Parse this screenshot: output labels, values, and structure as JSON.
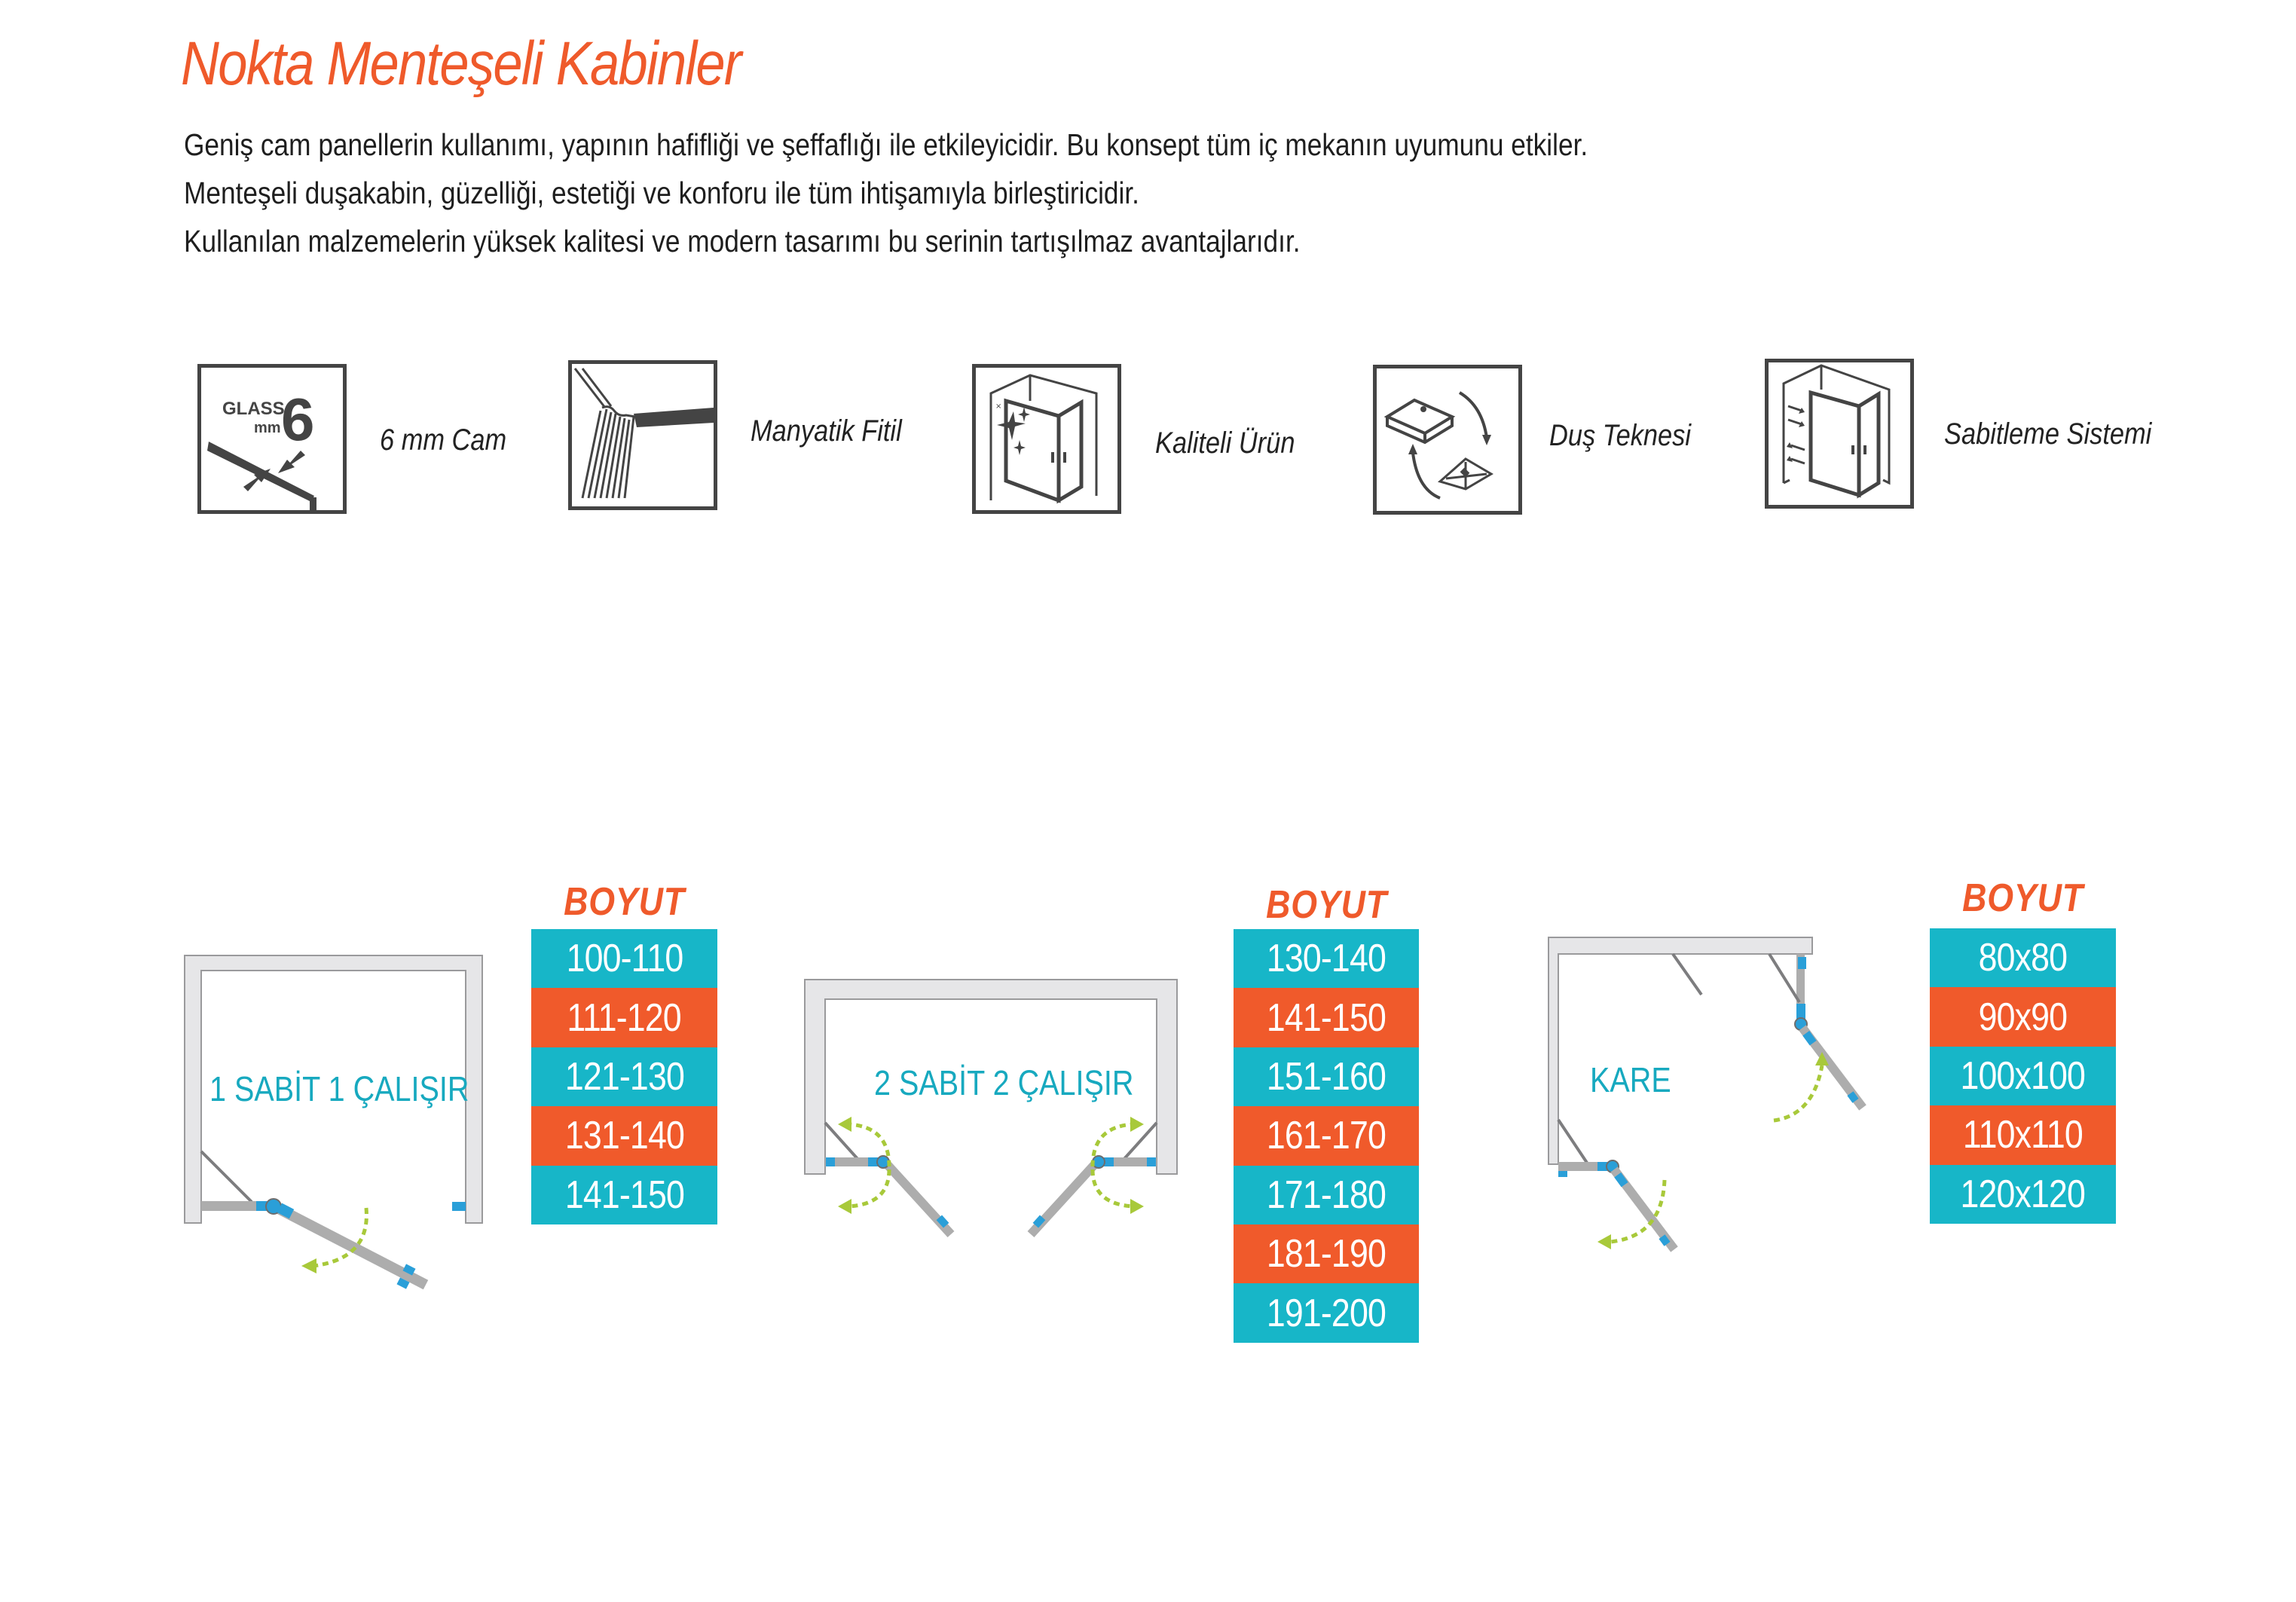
{
  "page": {
    "title": "Nokta Menteşeli Kabinler",
    "intro_lines": [
      "Geniş cam panellerin kullanımı, yapının hafifliği ve şeffaflığı ile etkileyicidir. Bu konsept tüm iç mekanın uyumunu etkiler.",
      "Menteşeli duşakabin, güzelliği, estetiği ve konforu ile tüm ihtişamıyla birleştiricidir.",
      "Kullanılan malzemelerin yüksek kalitesi ve modern tasarımı bu serinin tartışılmaz avantajlarıdır."
    ]
  },
  "features": [
    {
      "icon": "glass-6mm-icon",
      "label": "6 mm Cam",
      "glass_text": "GLASS",
      "mm_text": "mm",
      "number_text": "6"
    },
    {
      "icon": "magnetic-seal-icon",
      "label": "Manyatik Fitil"
    },
    {
      "icon": "quality-product-icon",
      "label": "Kaliteli Ürün"
    },
    {
      "icon": "shower-tray-icon",
      "label": "Duş Teknesi"
    },
    {
      "icon": "fixing-system-icon",
      "label": "Sabitleme Sistemi"
    }
  ],
  "colors": {
    "accent_orange": "#f05a2b",
    "accent_teal": "#17b6c8",
    "hinge_blue": "#2a9fd8",
    "swing_arrow_green": "#a8c93a",
    "frame_gray": "#e6e6e8"
  },
  "products": [
    {
      "diagram_label": "1 SABİT 1 ÇALIŞIR",
      "size_heading": "BOYUT",
      "sizes": [
        "100-110",
        "111-120",
        "121-130",
        "131-140",
        "141-150"
      ]
    },
    {
      "diagram_label": "2 SABİT 2 ÇALIŞIR",
      "size_heading": "BOYUT",
      "sizes": [
        "130-140",
        "141-150",
        "151-160",
        "161-170",
        "171-180",
        "181-190",
        "191-200"
      ]
    },
    {
      "diagram_label": "KARE",
      "size_heading": "BOYUT",
      "sizes": [
        "80x80",
        "90x90",
        "100x100",
        "110x110",
        "120x120"
      ]
    }
  ]
}
